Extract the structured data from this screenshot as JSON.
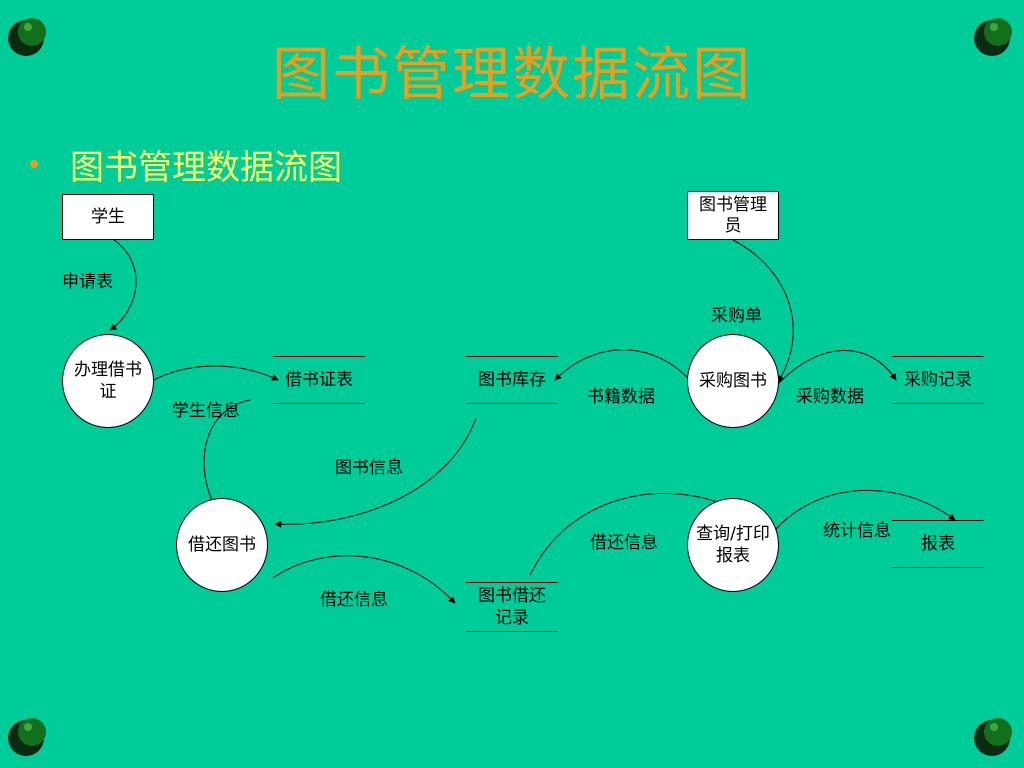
{
  "slide": {
    "title": "图书管理数据流图",
    "bullet": "图书管理数据流图"
  },
  "entities": {
    "student": "学生",
    "librarian": "图书管理员"
  },
  "processes": {
    "issue_card": "办理借书证",
    "borrow_return": "借还图书",
    "purchase": "采购图书",
    "query_print": "查询/打印报表"
  },
  "stores": {
    "card_table": "借书证表",
    "inventory": "图书库存",
    "purchase_record": "采购记录",
    "borrow_record": "图书借还记录",
    "report": "报表"
  },
  "flows": {
    "application_form": "申请表",
    "student_info": "学生信息",
    "book_info": "图书信息",
    "purchase_order": "采购单",
    "book_data": "书籍数据",
    "purchase_data": "采购数据",
    "borrow_info_1": "借还信息",
    "borrow_info_2": "借还信息",
    "statistics_info": "统计信息"
  },
  "colors": {
    "background": "#00cc99",
    "title": "#e6a01e",
    "subtitle": "#ffff66",
    "corner_ball_outer": "#0b2a12",
    "corner_ball_inner": "#12701c"
  }
}
